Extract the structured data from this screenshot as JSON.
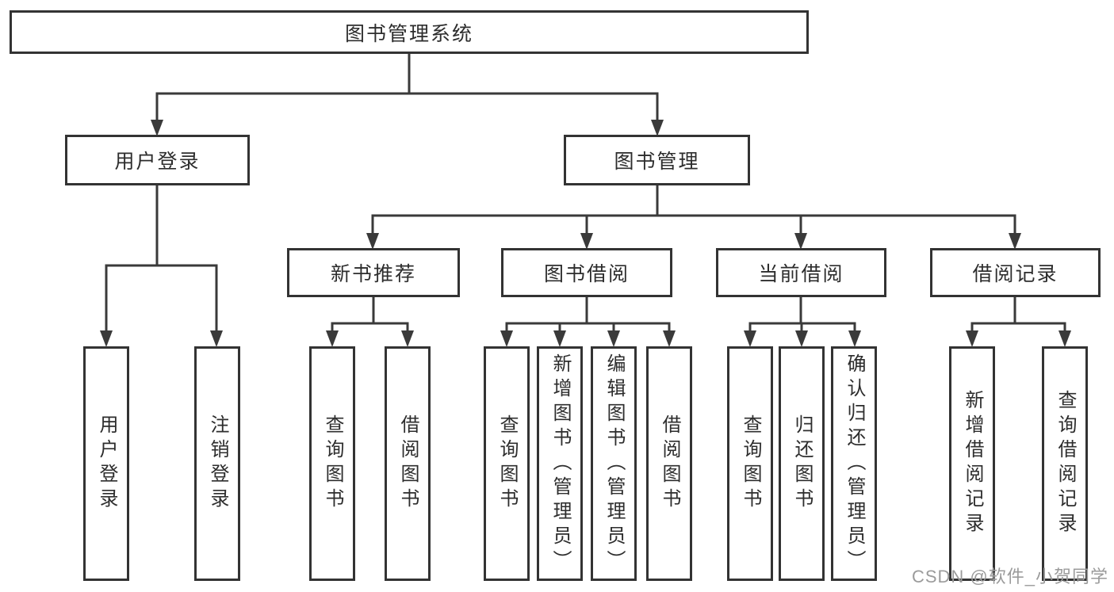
{
  "diagram": {
    "root": {
      "label": "图书管理系统"
    },
    "branches": [
      {
        "label": "用户登录",
        "children": [
          {
            "label": "用户登录"
          },
          {
            "label": "注销登录"
          }
        ]
      },
      {
        "label": "图书管理",
        "sections": [
          {
            "label": "新书推荐",
            "children": [
              {
                "label": "查询图书"
              },
              {
                "label": "借阅图书"
              }
            ]
          },
          {
            "label": "图书借阅",
            "children": [
              {
                "label": "查询图书"
              },
              {
                "label": "新增图书（管理员）"
              },
              {
                "label": "编辑图书（管理员）"
              },
              {
                "label": "借阅图书"
              }
            ]
          },
          {
            "label": "当前借阅",
            "children": [
              {
                "label": "查询图书"
              },
              {
                "label": "归还图书"
              },
              {
                "label": "确认归还（管理员）"
              }
            ]
          },
          {
            "label": "借阅记录",
            "children": [
              {
                "label": "新增借阅记录"
              },
              {
                "label": "查询借阅记录"
              }
            ]
          }
        ]
      }
    ]
  },
  "watermark": {
    "text": "CSDN @软件_小贺同学"
  },
  "colors": {
    "line": "#3a3a3a",
    "border": "#333333",
    "text": "#2d2d2d",
    "watermark": "#9b9b9b",
    "background": "#ffffff"
  }
}
